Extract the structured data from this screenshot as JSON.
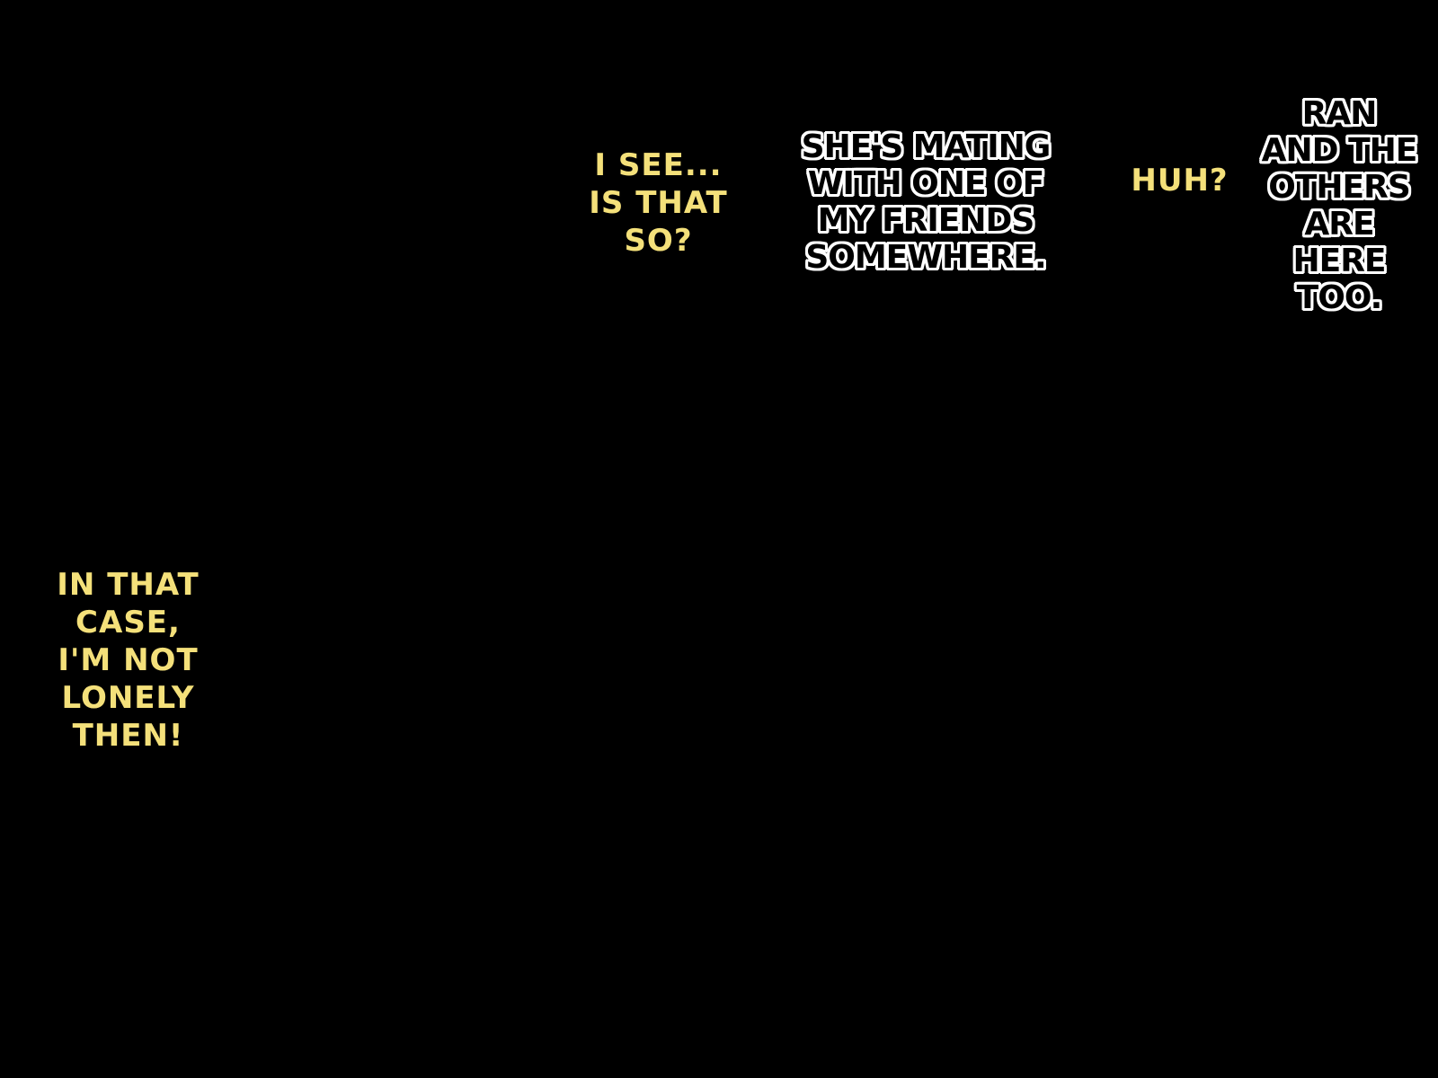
{
  "captions": [
    {
      "text": "I SEE...\nIS THAT\nSO?",
      "style": "yellow"
    },
    {
      "text": "SHE'S MATING\nWITH ONE OF\nMY FRIENDS\nSOMEWHERE.",
      "style": "white-outline"
    },
    {
      "text": "HUH?",
      "style": "yellow"
    },
    {
      "text": "RAN\nAND THE\nOTHERS\nARE\nHERE\nTOO.",
      "style": "white-outline"
    },
    {
      "text": "IN THAT\nCASE,\nI'M NOT\nLONELY\nTHEN!",
      "style": "yellow"
    }
  ],
  "colors": {
    "background": "#000000",
    "caption_yellow": "#f4e07a",
    "caption_outline": "#ffffff"
  }
}
